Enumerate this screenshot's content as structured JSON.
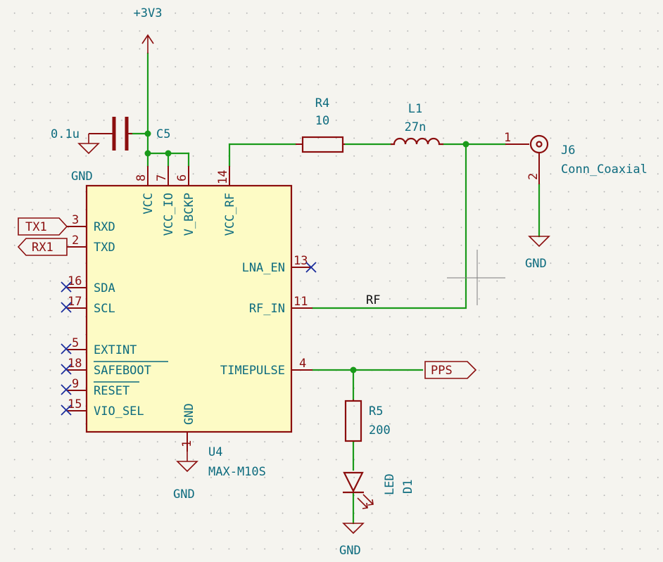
{
  "power": {
    "vcc_name": "+3V3",
    "gnd_name": "GND"
  },
  "u4": {
    "ref": "U4",
    "value": "MAX-M10S",
    "pins": [
      {
        "num": "3",
        "name": "RXD"
      },
      {
        "num": "2",
        "name": "TXD"
      },
      {
        "num": "16",
        "name": "SDA"
      },
      {
        "num": "17",
        "name": "SCL"
      },
      {
        "num": "5",
        "name": "EXTINT"
      },
      {
        "num": "18",
        "name": "SAFEBOOT"
      },
      {
        "num": "9",
        "name": "RESET"
      },
      {
        "num": "15",
        "name": "VIO_SEL"
      },
      {
        "num": "8",
        "name": "VCC"
      },
      {
        "num": "7",
        "name": "VCC_IO"
      },
      {
        "num": "6",
        "name": "V_BCKP"
      },
      {
        "num": "14",
        "name": "VCC_RF"
      },
      {
        "num": "13",
        "name": "LNA_EN"
      },
      {
        "num": "11",
        "name": "RF_IN"
      },
      {
        "num": "4",
        "name": "TIMEPULSE"
      },
      {
        "num": "1",
        "name": "GND"
      }
    ]
  },
  "c5": {
    "ref": "C5",
    "value": "0.1u"
  },
  "r4": {
    "ref": "R4",
    "value": "10"
  },
  "l1": {
    "ref": "L1",
    "value": "27n"
  },
  "j6": {
    "ref": "J6",
    "value": "Conn_Coaxial",
    "pin1": "1",
    "pin2": "2"
  },
  "r5": {
    "ref": "R5",
    "value": "200"
  },
  "d1": {
    "ref": "D1",
    "value": "LED"
  },
  "labels": {
    "tx1": "TX1",
    "rx1": "RX1",
    "pps": "PPS",
    "rf_net": "RF"
  }
}
